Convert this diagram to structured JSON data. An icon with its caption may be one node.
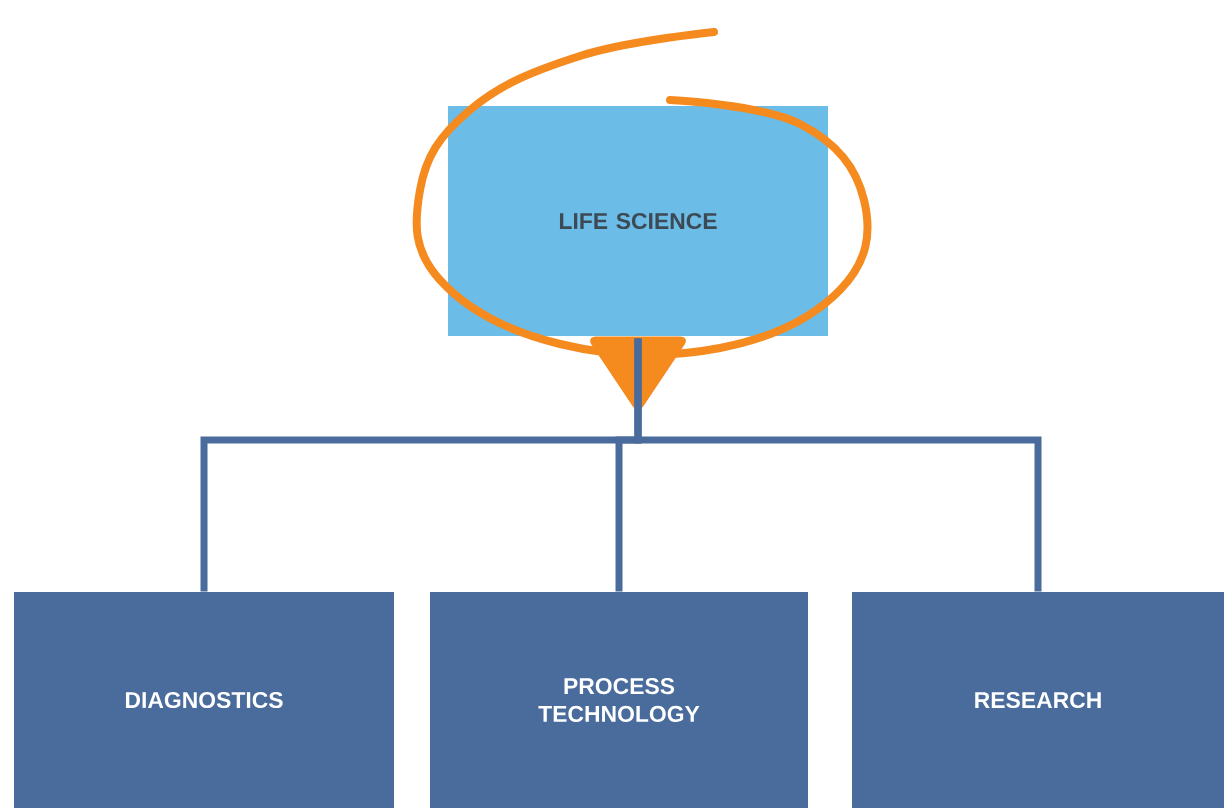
{
  "diagram": {
    "nodes": [
      {
        "text": [
          "LIFE SCIENCE"
        ]
      },
      {
        "text": [
          "DIAGNOSTICS"
        ]
      },
      {
        "text": [
          "PROCESS TECHNOLOGY"
        ]
      },
      {
        "text": [
          "RESEARCH"
        ]
      }
    ],
    "edges": [
      {
        "from": 0,
        "to": 1,
        "arrow": "none"
      },
      {
        "from": 0,
        "to": 2,
        "arrow": "none"
      },
      {
        "from": 0,
        "to": 3,
        "arrow": "none"
      }
    ]
  }
}
